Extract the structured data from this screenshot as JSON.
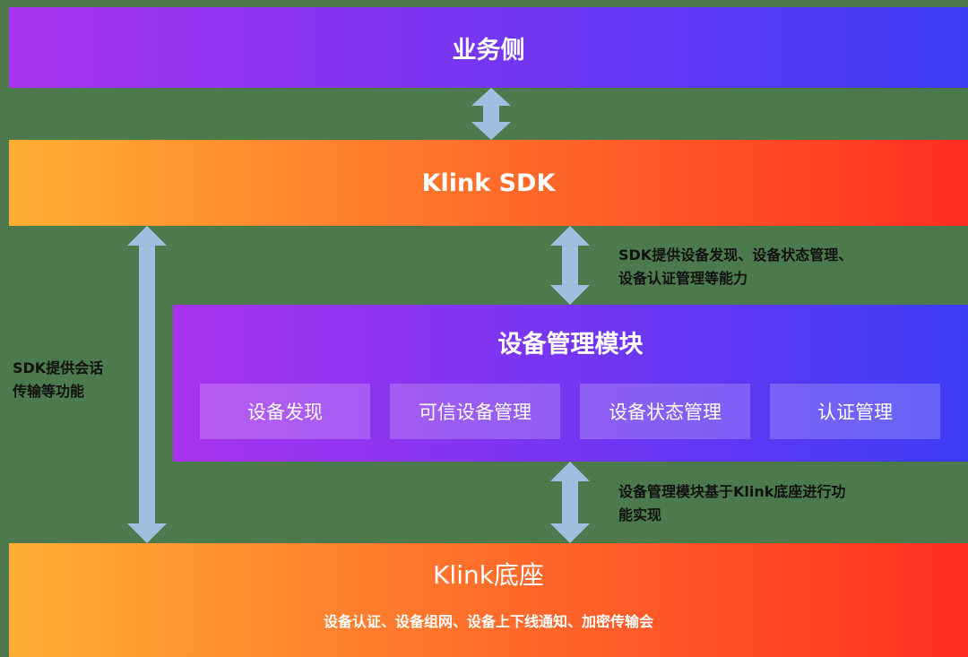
{
  "top_layer": {
    "label": "业务侧"
  },
  "sdk_layer": {
    "label": "Klink SDK"
  },
  "module": {
    "title": "设备管理模块",
    "items": [
      {
        "label": "设备发现"
      },
      {
        "label": "可信设备管理"
      },
      {
        "label": "设备状态管理"
      },
      {
        "label": "认证管理"
      }
    ]
  },
  "base_layer": {
    "title": "Klink底座",
    "subtitle": "设备认证、设备组网、设备上下线通知、加密传输会"
  },
  "notes": {
    "sdk_module_line1": "SDK提供设备发现、设备状态管理、",
    "sdk_module_line2": "设备认证管理等能力",
    "sdk_base_line1": "SDK提供会话",
    "sdk_base_line2": "传输等功能",
    "module_base_line1": "设备管理模块基于Klink底座进行功",
    "module_base_line2": "能实现"
  },
  "colors": {
    "purple_start": "#a833ee",
    "purple_end": "#3d3cf5",
    "orange_start": "#ffae34",
    "orange_end": "#ff2e22",
    "arrow": "#9fbfe0"
  }
}
